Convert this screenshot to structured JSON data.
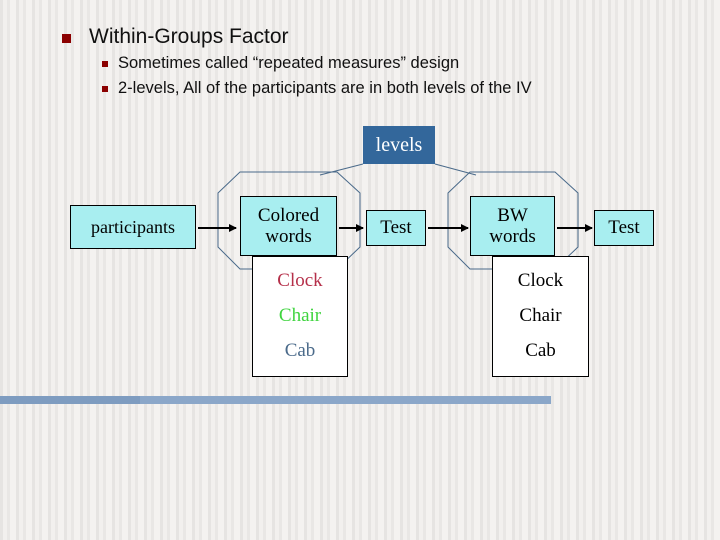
{
  "slide": {
    "title": "Within-Groups Factor",
    "bullets": [
      "Sometimes called “repeated measures” design",
      "2-levels, All of the participants are in both levels of the IV"
    ]
  },
  "colors": {
    "bullet_square": "#8b0000",
    "node_fill": "#a8eef0",
    "levels_fill": "#33679b",
    "levels_text": "#ffffff",
    "octagon_stroke": "#4a6a8a",
    "bottom_bar": "#8ba7c9",
    "word_clock": "#b5304a",
    "word_chair": "#3fd43f",
    "word_cab": "#4a6a8a"
  },
  "diagram": {
    "levels_label": "levels",
    "participants_label": "participants",
    "colored_words_line1": "Colored",
    "colored_words_line2": "words",
    "test1_label": "Test",
    "bw_words_line1": "BW",
    "bw_words_line2": "words",
    "test2_label": "Test",
    "colored_list": [
      {
        "text": "Clock",
        "color": "#b5304a"
      },
      {
        "text": "Chair",
        "color": "#3fd43f"
      },
      {
        "text": "Cab",
        "color": "#4a6a8a"
      }
    ],
    "bw_list": [
      {
        "text": "Clock",
        "color": "#000000"
      },
      {
        "text": "Chair",
        "color": "#000000"
      },
      {
        "text": "Cab",
        "color": "#000000"
      }
    ]
  }
}
